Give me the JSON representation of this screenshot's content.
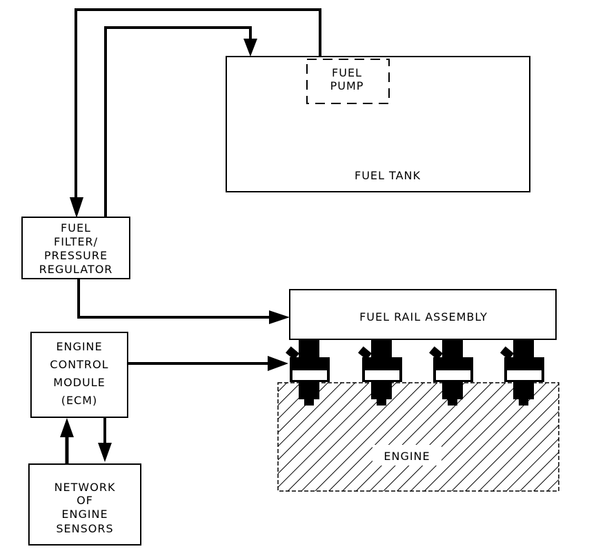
{
  "labels": {
    "fuel_pump": [
      "FUEL",
      "PUMP"
    ],
    "fuel_tank": "FUEL TANK",
    "fuel_filter": [
      "FUEL",
      "FILTER/",
      "PRESSURE",
      "REGULATOR"
    ],
    "fuel_rail": "FUEL RAIL ASSEMBLY",
    "ecm": [
      "ENGINE",
      "CONTROL",
      "MODULE",
      "(ECM)"
    ],
    "engine": "ENGINE",
    "sensors": [
      "NETWORK",
      "OF",
      "ENGINE",
      "SENSORS"
    ]
  },
  "injector_count": 4
}
